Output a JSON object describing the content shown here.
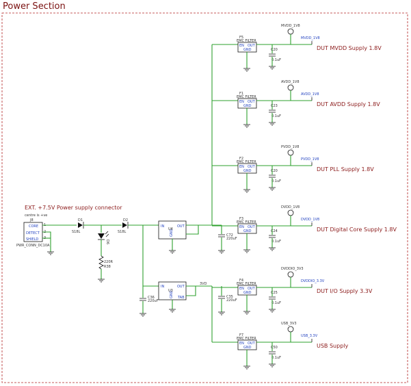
{
  "title": "Power Section",
  "connector": {
    "heading": "EXT. +7.5V Power supply connector",
    "note": "centre is +ve",
    "ref": "J8",
    "pins": [
      "CORE",
      "DETECT",
      "SHIELD"
    ],
    "pin_numbers": [
      "1",
      "2",
      "3"
    ],
    "part": "PWR_CONN_DC10A"
  },
  "d1": {
    "ref": "D1",
    "part": "S18L"
  },
  "d2": {
    "ref": "D2",
    "part": "S18L"
  },
  "led": {
    "ref": "D6"
  },
  "resistor": {
    "value": "220R",
    "ref": "R38"
  },
  "reg1": {
    "in": "IN",
    "out": "OUT",
    "gnd": "GND",
    "ref": "U4"
  },
  "reg2": {
    "in": "IN",
    "out": "OUT",
    "tab": "TAB",
    "gnd": "GND",
    "ref": "U3"
  },
  "net_3v3": "3VD",
  "caps_main": [
    {
      "ref": "C72",
      "value": "220uF"
    },
    {
      "ref": "C36",
      "value": "220uF"
    },
    {
      "ref": "C35",
      "value": "220uF"
    }
  ],
  "rails": [
    {
      "filter": "F5",
      "net": "MVDD_1V8",
      "label": "MVDD_1V8",
      "cap": "C20",
      "cap_val": "0.1uF",
      "supply": "DUT MVDD Supply 1.8V"
    },
    {
      "filter": "F1",
      "net": "AVDD_1V8",
      "label": "AVDD_1V8",
      "cap": "C23",
      "cap_val": "0.1uF",
      "supply": "DUT AVDD Supply 1.8V"
    },
    {
      "filter": "F2",
      "net": "PVDD_1V8",
      "label": "PVDD_1V8",
      "cap": "C20",
      "cap_val": "0.1uF",
      "supply": "DUT PLL Supply 1.8V"
    },
    {
      "filter": "F3",
      "net": "DVDD_1V8",
      "label": "DVDD_1V8",
      "cap": "C24",
      "cap_val": "0.1uF",
      "supply": "DUT Digital Core  Supply 1.8V"
    },
    {
      "filter": "F4",
      "net": "DVDDIO_3V3",
      "label": "DVDDIO_3.3V",
      "cap": "C25",
      "cap_val": "0.1uF",
      "supply": "DUT I/O Supply 3.3V"
    },
    {
      "filter": "F7",
      "net": "USB_3V3",
      "label": "USB_3.3V",
      "cap": "C50",
      "cap_val": "0.1uF",
      "supply": "USB Supply"
    }
  ],
  "emc": {
    "name": "EMC FILTER",
    "en": "EN",
    "out": "OUT",
    "gnd": "GND"
  },
  "colors": {
    "wire": "#2ea02e",
    "border": "#b22222",
    "label": "#8b1a1a",
    "net": "#1f3fbf"
  }
}
